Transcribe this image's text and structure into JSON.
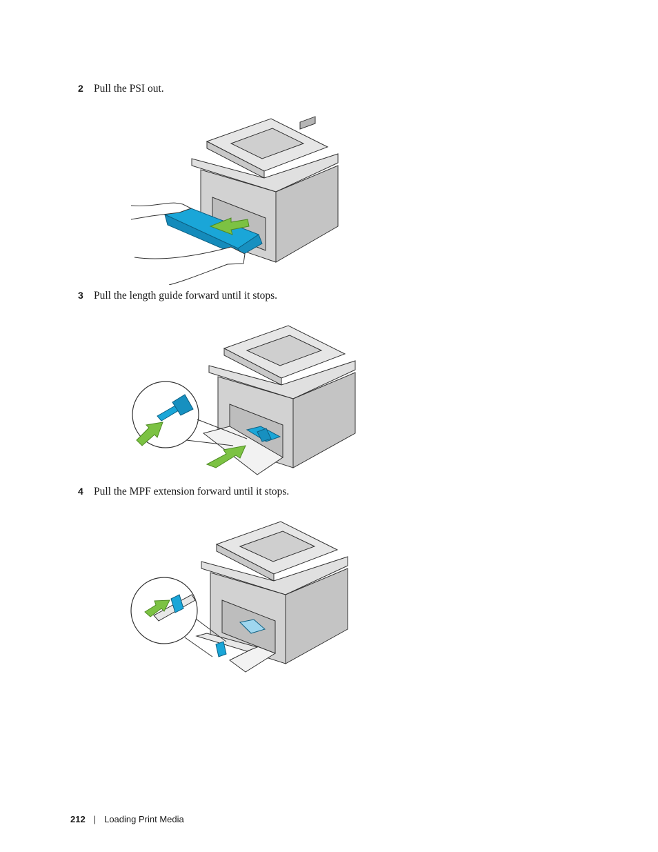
{
  "steps": [
    {
      "number": "2",
      "text": "Pull the PSI out."
    },
    {
      "number": "3",
      "text": "Pull the length guide forward until it stops."
    },
    {
      "number": "4",
      "text": "Pull the MPF extension forward until it stops."
    }
  ],
  "footer": {
    "page_number": "212",
    "separator": "|",
    "section": "Loading Print Media"
  },
  "colors": {
    "accent_blue": "#1aa6d8",
    "arrow_green": "#7cc243",
    "printer_gray": "#d6d6d6"
  }
}
